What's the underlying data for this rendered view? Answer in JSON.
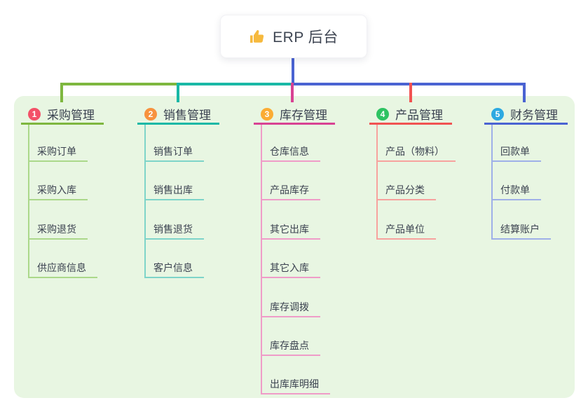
{
  "root": {
    "title": "ERP 后台",
    "icon": "thumbs-up",
    "icon_color": "#f6b93d"
  },
  "panel": {
    "bg": "#e8f6e2"
  },
  "colors": {
    "root_connector": "#4a63d2",
    "text_dark": "#3e4552"
  },
  "branches": [
    {
      "index": "1",
      "label": "采购管理",
      "badge_color": "#f35168",
      "line_color": "#7eb73f",
      "light_color": "#abd88a",
      "children": [
        "采购订单",
        "采购入库",
        "采购退货",
        "供应商信息"
      ]
    },
    {
      "index": "2",
      "label": "销售管理",
      "badge_color": "#f7923e",
      "line_color": "#19b8a6",
      "light_color": "#7ed4c9",
      "children": [
        "销售订单",
        "销售出库",
        "销售退货",
        "客户信息"
      ]
    },
    {
      "index": "3",
      "label": "库存管理",
      "badge_color": "#fbac33",
      "line_color": "#d84293",
      "light_color": "#ef9cc8",
      "children": [
        "仓库信息",
        "产品库存",
        "其它出库",
        "其它入库",
        "库存调拨",
        "库存盘点",
        "出库库明细"
      ]
    },
    {
      "index": "4",
      "label": "产品管理",
      "badge_color": "#2ec362",
      "line_color": "#f15352",
      "light_color": "#f7a29e",
      "children": [
        "产品（物料）",
        "产品分类",
        "产品单位"
      ]
    },
    {
      "index": "5",
      "label": "财务管理",
      "badge_color": "#2ca9e1",
      "line_color": "#4a63d2",
      "light_color": "#9fb0e8",
      "children": [
        "回款单",
        "付款单",
        "结算账户"
      ]
    }
  ]
}
